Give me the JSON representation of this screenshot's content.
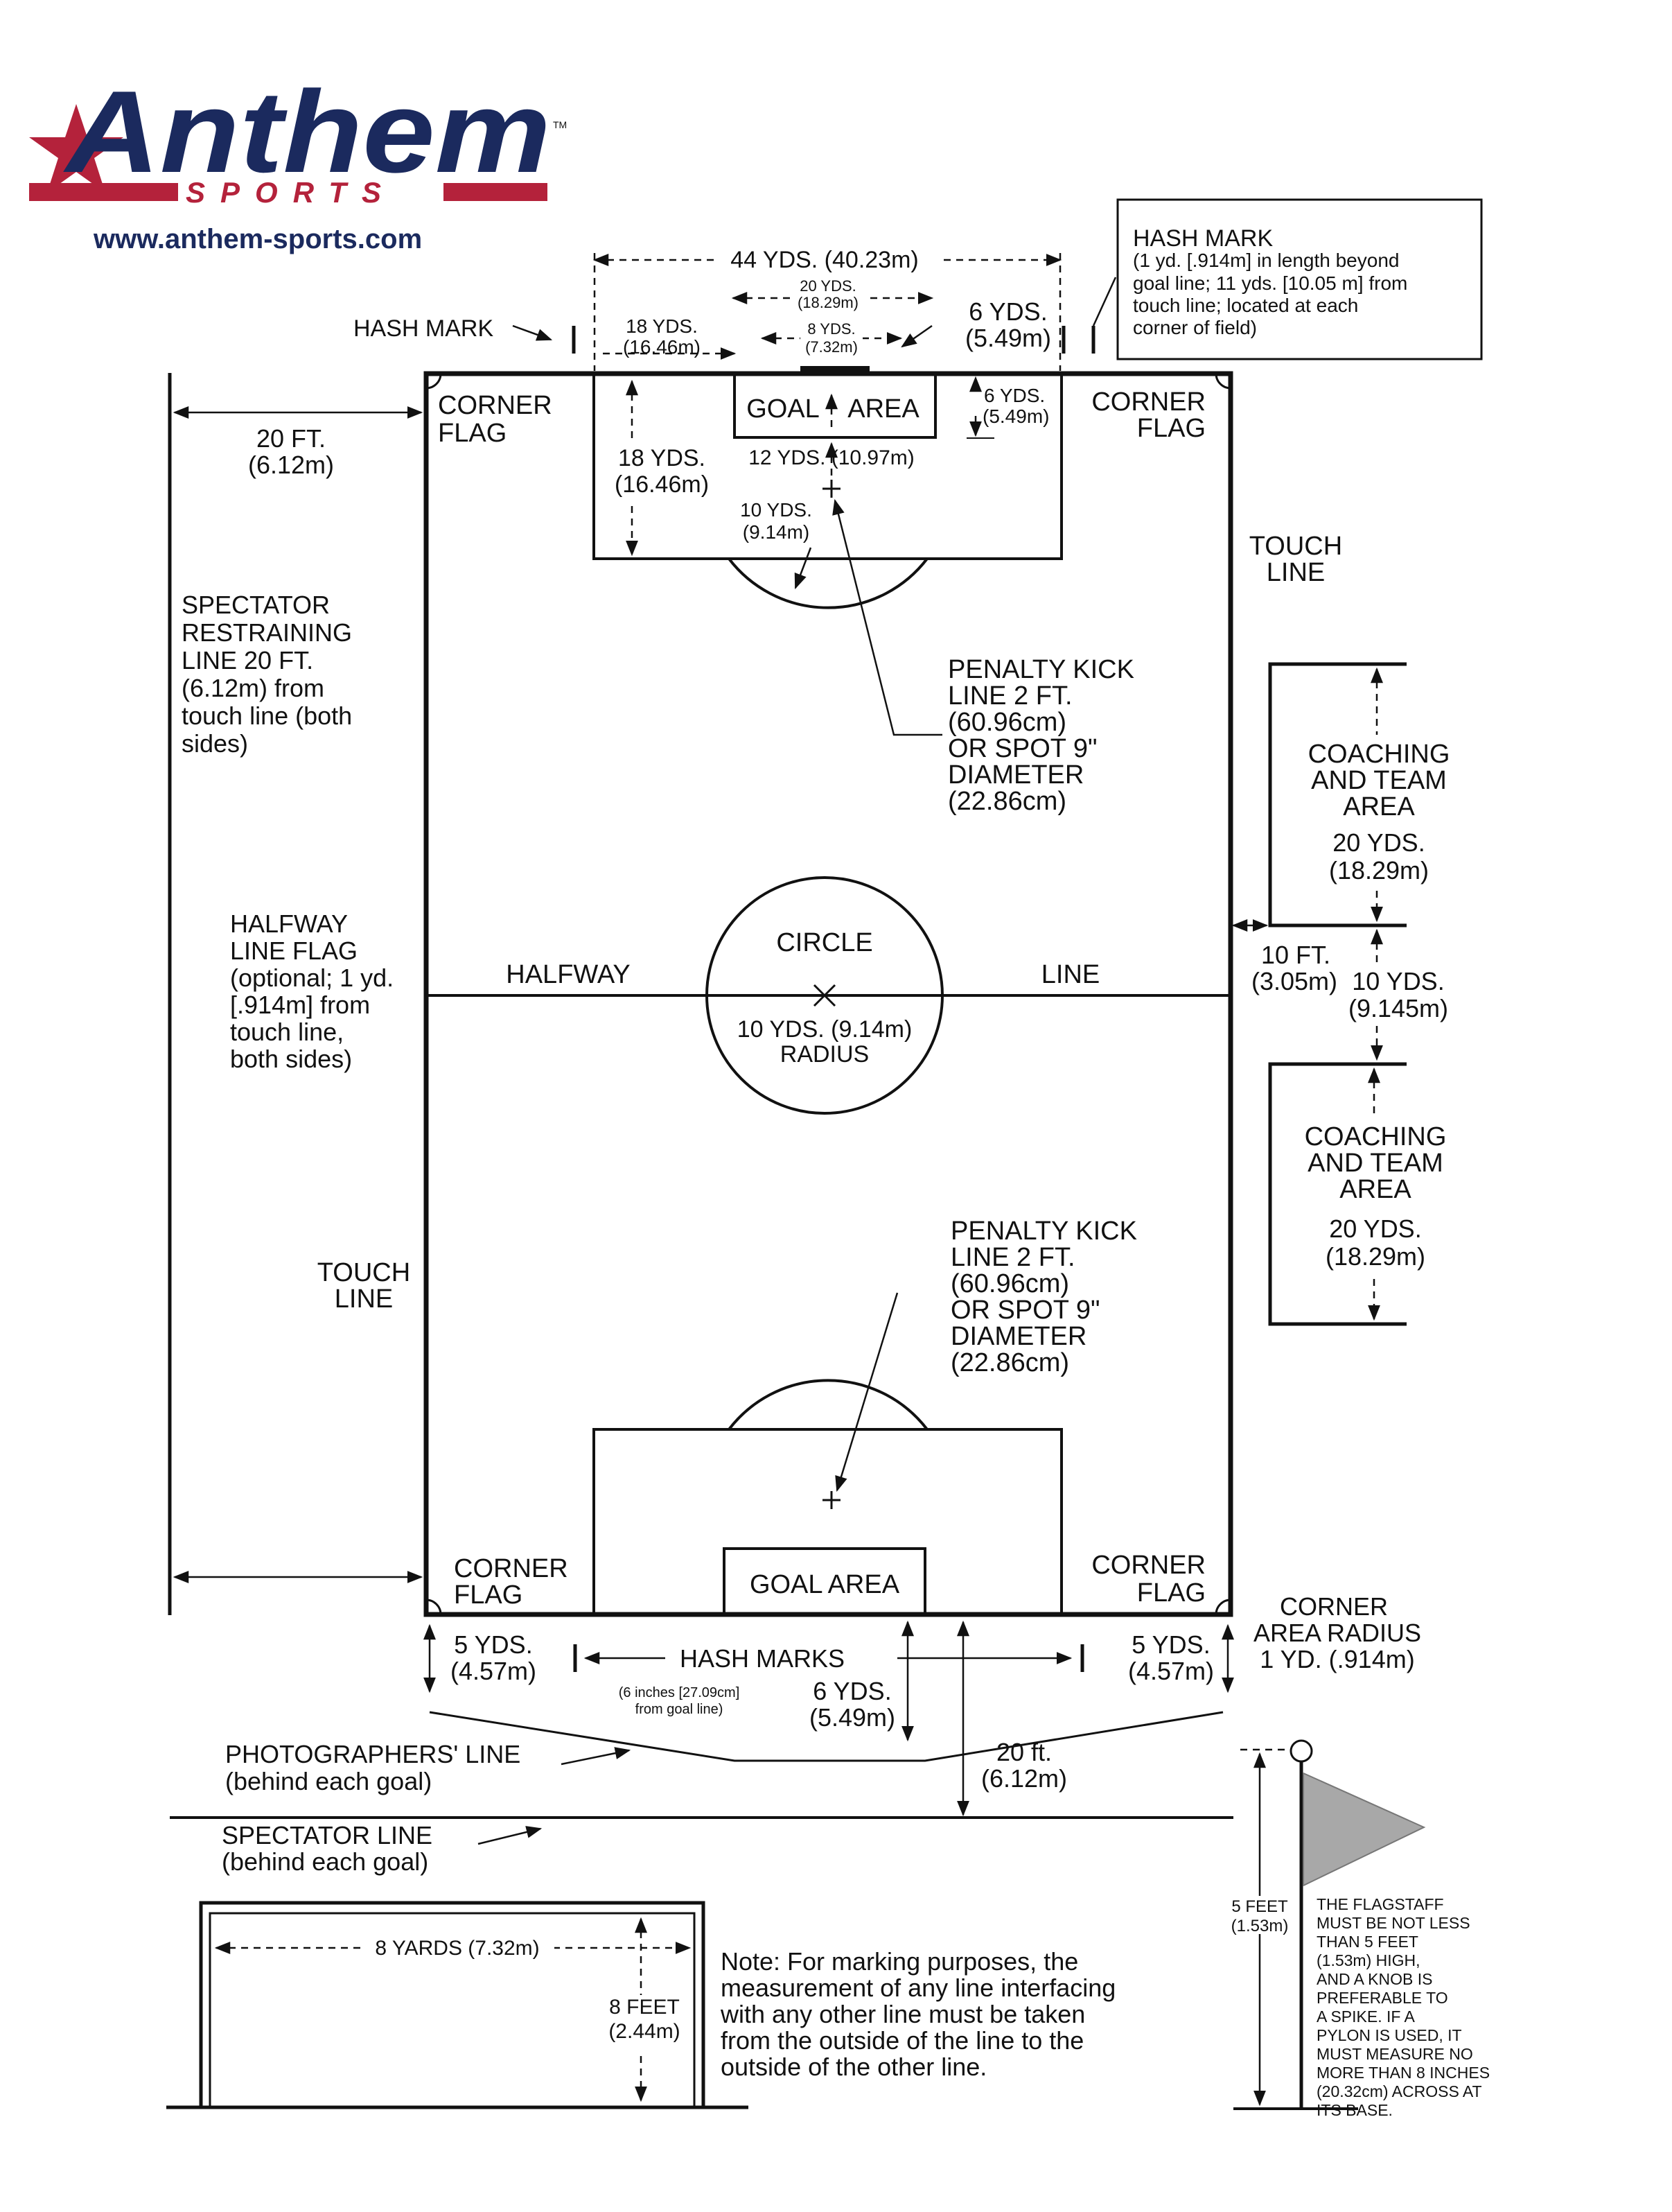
{
  "brand": {
    "logo_word": "Anthem",
    "logo_sub": "SPORTS",
    "trademark": "TM",
    "url": "www.anthem-sports.com",
    "colors": {
      "navy": "#1b2a5e",
      "red": "#b4223b"
    }
  },
  "top": {
    "hash_mark_left": "HASH MARK",
    "yds44": "44 YDS. (40.23m)",
    "yds20_a": "20 YDS.",
    "yds20_b": "(18.29m)",
    "yds18_a": "18 YDS.",
    "yds18_b": "(16.46m)",
    "yds8_a": "8 YDS.",
    "yds8_b": "(7.32m)",
    "yds6_a": "6 YDS.",
    "yds6_b": "(5.49m)"
  },
  "hash_box": [
    "HASH MARK",
    "(1 yd. [.914m] in length beyond",
    "goal line; 11 yds. [10.05 m] from",
    "touch line; located at each",
    "corner of field)"
  ],
  "field": {
    "corner_flag_a": "CORNER",
    "corner_flag_b": "FLAG",
    "goal_area_top_a": "GOAL",
    "goal_area_top_b": "AREA",
    "goal_area_bottom": "GOAL AREA",
    "six_yds_a": "6 YDS.",
    "six_yds_b": "(5.49m)",
    "pen18_a": "18 YDS.",
    "pen18_b": "(16.46m)",
    "yds12": "12 YDS. (10.97m)",
    "yds10_a": "10 YDS.",
    "yds10_b": "(9.14m)",
    "halfway": "HALFWAY",
    "line": "LINE",
    "circle": "CIRCLE",
    "radius_a": "10 YDS. (9.14m)",
    "radius_b": "RADIUS"
  },
  "penalty_kick": [
    "PENALTY KICK",
    "LINE 2 FT.",
    "(60.96cm)",
    "OR SPOT 9\"",
    "DIAMETER",
    "(22.86cm)"
  ],
  "left": {
    "ft20_a": "20 FT.",
    "ft20_b": "(6.12m)",
    "spectator": [
      "SPECTATOR",
      "RESTRAINING",
      "LINE 20 FT.",
      "(6.12m) from",
      "touch line (both",
      "sides)"
    ],
    "halfway_flag": [
      "HALFWAY",
      "LINE FLAG",
      "(optional; 1 yd.",
      "[.914m] from",
      "touch line,",
      "both sides)"
    ],
    "touch_line_a": "TOUCH",
    "touch_line_b": "LINE"
  },
  "right": {
    "touch_line_a": "TOUCH",
    "touch_line_b": "LINE",
    "coaching": [
      "COACHING",
      "AND TEAM",
      "AREA"
    ],
    "yds20_a": "20 YDS.",
    "yds20_b": "(18.29m)",
    "ft10_a": "10 FT.",
    "ft10_b": "(3.05m)",
    "yds10_a": "10 YDS.",
    "yds10_b": "(9.145m)"
  },
  "bottom": {
    "yds5_a": "5 YDS.",
    "yds5_b": "(4.57m)",
    "hash_marks": "HASH MARKS",
    "inches_a": "(6 inches [27.09cm]",
    "inches_b": "from goal line)",
    "yds6_a": "6 YDS.",
    "yds6_b": "(5.49m)",
    "ft20_a": "20 ft.",
    "ft20_b": "(6.12m)",
    "corner_radius": [
      "CORNER",
      "AREA RADIUS",
      "1 YD. (.914m)"
    ],
    "photographers_a": "PHOTOGRAPHERS' LINE",
    "photographers_b": "(behind each goal)",
    "spectator_a": "SPECTATOR LINE",
    "spectator_b": "(behind each goal)"
  },
  "goal": {
    "yards8": "8 YARDS (7.32m)",
    "feet8_a": "8 FEET",
    "feet8_b": "(2.44m)"
  },
  "note": [
    "Note: For marking purposes, the",
    "measurement of any line interfacing",
    "with any other line must be taken",
    "from the outside of the line to the",
    "outside of the other line."
  ],
  "flag": {
    "feet5_a": "5 FEET",
    "feet5_b": "(1.53m)",
    "text": [
      "THE FLAGSTAFF",
      "MUST BE NOT LESS",
      "THAN 5 FEET",
      "(1.53m) HIGH,",
      "AND A KNOB IS",
      "PREFERABLE TO",
      "A SPIKE. IF A",
      "PYLON IS USED, IT",
      "MUST MEASURE NO",
      "MORE THAN 8 INCHES",
      "(20.32cm) ACROSS AT",
      "ITS BASE."
    ]
  }
}
